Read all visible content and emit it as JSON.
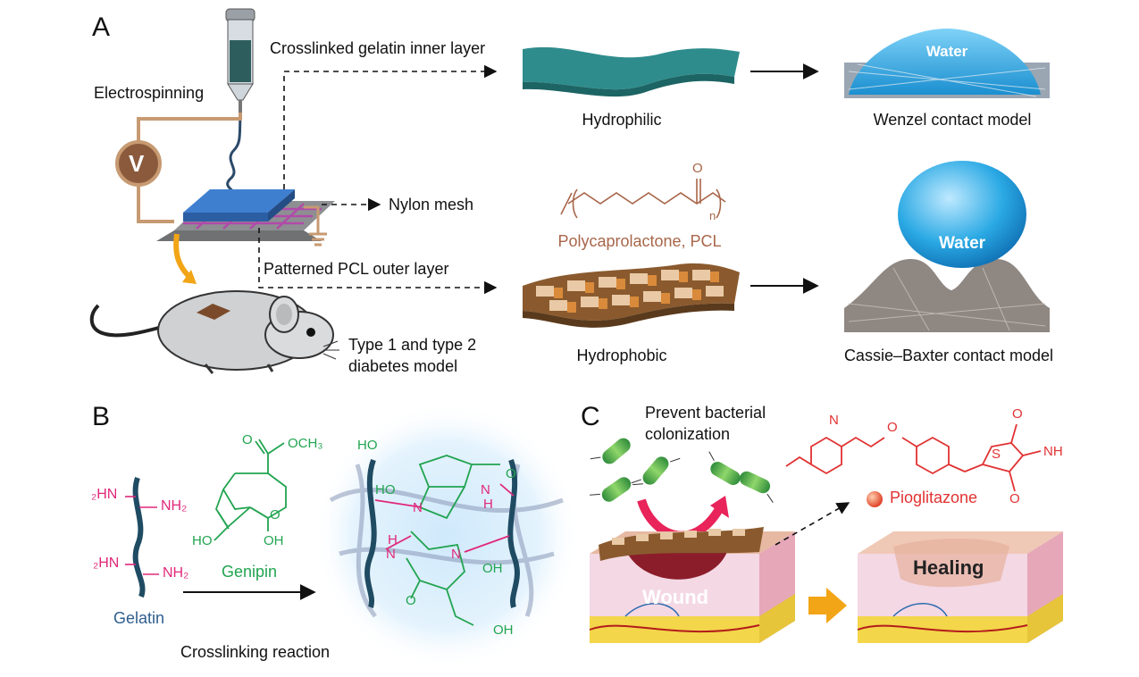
{
  "panels": {
    "a": "A",
    "b": "B",
    "c": "C"
  },
  "panel_a": {
    "electrospinning": "Electrospinning",
    "voltage": "V",
    "inner_layer": "Crosslinked gelatin inner layer",
    "nylon_mesh": "Nylon mesh",
    "outer_layer": "Patterned PCL outer layer",
    "diabetes_line1": "Type 1 and type 2",
    "diabetes_line2": "diabetes model",
    "hydrophilic": "Hydrophilic",
    "hydrophobic": "Hydrophobic",
    "pcl_name": "Polycaprolactone, PCL",
    "pcl_o": "O",
    "pcl_n": "n",
    "water": "Water",
    "wenzel": "Wenzel contact model",
    "cassie": "Cassie–Baxter contact model"
  },
  "panel_b": {
    "gelatin": "Gelatin",
    "genipin": "Genipin",
    "crosslinking": "Crosslinking reaction",
    "h2n_top": "₂HN",
    "nh2_top": "NH₂",
    "h2n_bottom": "₂HN",
    "nh2_bottom": "NH₂",
    "och3": "OCH₃",
    "o": "O",
    "ho": "HO",
    "oh": "OH",
    "n": "N",
    "h": "H"
  },
  "panel_c": {
    "bacteria_line1": "Prevent bacterial",
    "bacteria_line2": "colonization",
    "pioglitazone": "Pioglitazone",
    "wound": "Wound",
    "healing": "Healing",
    "s": "S",
    "nh": "NH",
    "o": "O",
    "n": "N"
  },
  "colors": {
    "gelatin_layer": "#2f8c8c",
    "pcl_brown": "#8a5a2e",
    "pcl_orange": "#d98a3a",
    "water": "#29a8e0",
    "genipin_green": "#22a450",
    "amine_pink": "#e0287a",
    "drug_red": "#e13232",
    "arrow_orange": "#f2a516",
    "wire_brown": "#c79a72"
  }
}
